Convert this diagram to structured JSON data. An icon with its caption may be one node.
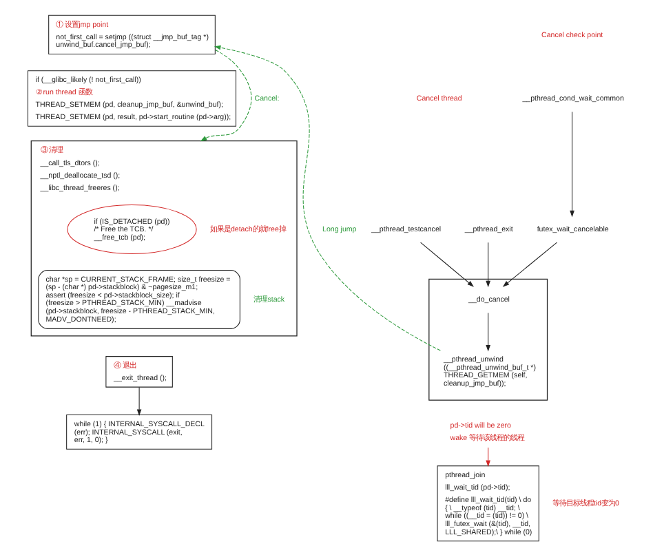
{
  "diagram": {
    "nodes": [
      {
        "text": [
          "① 设置jmp point",
          "not_first_call = setjmp ((struct __jmp_buf_tag *) unwind_buf.cancel_jmp_buf);"
        ]
      },
      {
        "text": [
          "if (__glibc_likely (! not_first_call))",
          "② run thread 函数",
          "THREAD_SETMEM (pd, cleanup_jmp_buf, &unwind_buf);",
          "THREAD_SETMEM (pd, result, pd->start_routine (pd->arg));"
        ]
      },
      {
        "text": [
          "③ 清理",
          "__call_tls_dtors ();",
          "__nptl_deallocate_tsd ();",
          "__libc_thread_freeres ();"
        ]
      },
      {
        "text": [
          "if (IS_DETACHED (pd)) /* Free the TCB. */ __free_tcb (pd);"
        ],
        "in": 2,
        "beside": [
          "如果是detach的就free掉"
        ]
      },
      {
        "text": [
          "char *sp = CURRENT_STACK_FRAME; size_t freesize = (sp - (char *) pd->stackblock) & ~pagesize_m1; assert (freesize < pd->stackblock_size); if (freesize > PTHREAD_STACK_MIN) __madvise (pd->stackblock, freesize - PTHREAD_STACK_MIN, MADV_DONTNEED);"
        ],
        "in": 2,
        "beside": [
          "清理stack"
        ]
      },
      {
        "text": [
          "④ 退出",
          "__exit_thread ();"
        ]
      },
      {
        "text": [
          "while (1) { INTERNAL_SYSCALL_DECL (err); INTERNAL_SYSCALL (exit, err, 1, 0); }"
        ]
      },
      {
        "text": [
          "__pthread_testcancel"
        ]
      },
      {
        "text": [
          "__pthread_exit"
        ]
      },
      {
        "text": [
          "__pthread_cond_wait_common"
        ]
      },
      {
        "text": [
          "futex_wait_cancelable"
        ]
      },
      {
        "text": [],
        "shape": "box"
      },
      {
        "text": [
          "__do_cancel"
        ],
        "in": 11
      },
      {
        "text": [
          "__pthread_unwind ((__pthread_unwind_buf_t *) THREAD_GETMEM (self, cleanup_jmp_buf));"
        ],
        "in": 11
      },
      {
        "text": [
          "pd->tid will be zero",
          "wake 等待该线程的线程"
        ]
      },
      {
        "text": [
          "pthread_join",
          "lll_wait_tid (pd->tid);",
          "#define lll_wait_tid(tid) \\ do { \\ __typeof (tid) __tid; \\ while ((__tid = (tid)) != 0) \\ lll_futex_wait (&(tid), __tid, LLL_SHARED);\\ } while (0)"
        ],
        "beside": [
          "等待目标线程tid变为0"
        ]
      }
    ],
    "edges": [
      {
        "from": 7,
        "to": 12,
        "arrow": "to"
      },
      {
        "from": 8,
        "to": 12,
        "arrow": "to"
      },
      {
        "from": 9,
        "to": 10,
        "arrow": "to"
      },
      {
        "from": 10,
        "to": 12,
        "arrow": "to"
      },
      {
        "from": 12,
        "to": 13,
        "arrow": "to"
      },
      {
        "from": 13,
        "to": 0,
        "arrow": "to",
        "label": "Long jump",
        "style": "dashed",
        "color": "#2e9a3c"
      },
      {
        "from": 0,
        "to": 2,
        "arrow": "to",
        "label": "Cancel:",
        "style": "dashed",
        "color": "#2e9a3c"
      },
      {
        "from": 5,
        "to": 6,
        "arrow": "to"
      },
      {
        "from": 14,
        "to": 15,
        "arrow": "to",
        "color": "#d42a2a"
      }
    ],
    "labels": [
      "Cancel thread",
      "Cancel check point"
    ]
  }
}
